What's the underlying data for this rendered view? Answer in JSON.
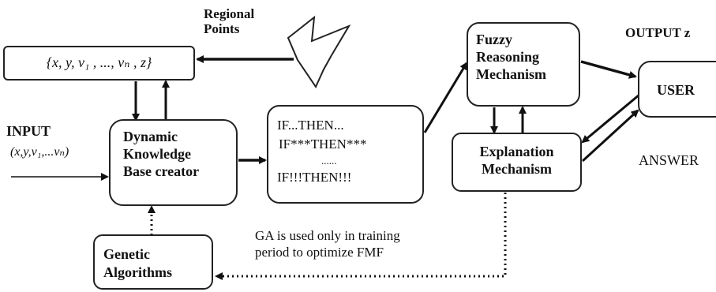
{
  "labels": {
    "regional_points": [
      "Regional",
      "Points"
    ],
    "output": "OUTPUT z",
    "tuple": "{x, y, v₁ , ..., vₙ , z}",
    "input": "INPUT",
    "input_vars": "(x,y,v₁,...vₙ)",
    "dkb": [
      "Dynamic",
      "Knowledge",
      "Base creator"
    ],
    "rules": [
      "IF...THEN...",
      "IF***THEN***",
      "......",
      "IF!!!THEN!!!"
    ],
    "fuzzy": [
      "Fuzzy",
      "Reasoning",
      "Mechanism"
    ],
    "explanation": [
      "Explanation",
      "Mechanism"
    ],
    "user": "USER",
    "answer": "ANSWER",
    "ga_note": [
      "GA is used only in training",
      "period to optimize FMF"
    ],
    "genetic": [
      "Genetic",
      "Algorithms"
    ]
  }
}
